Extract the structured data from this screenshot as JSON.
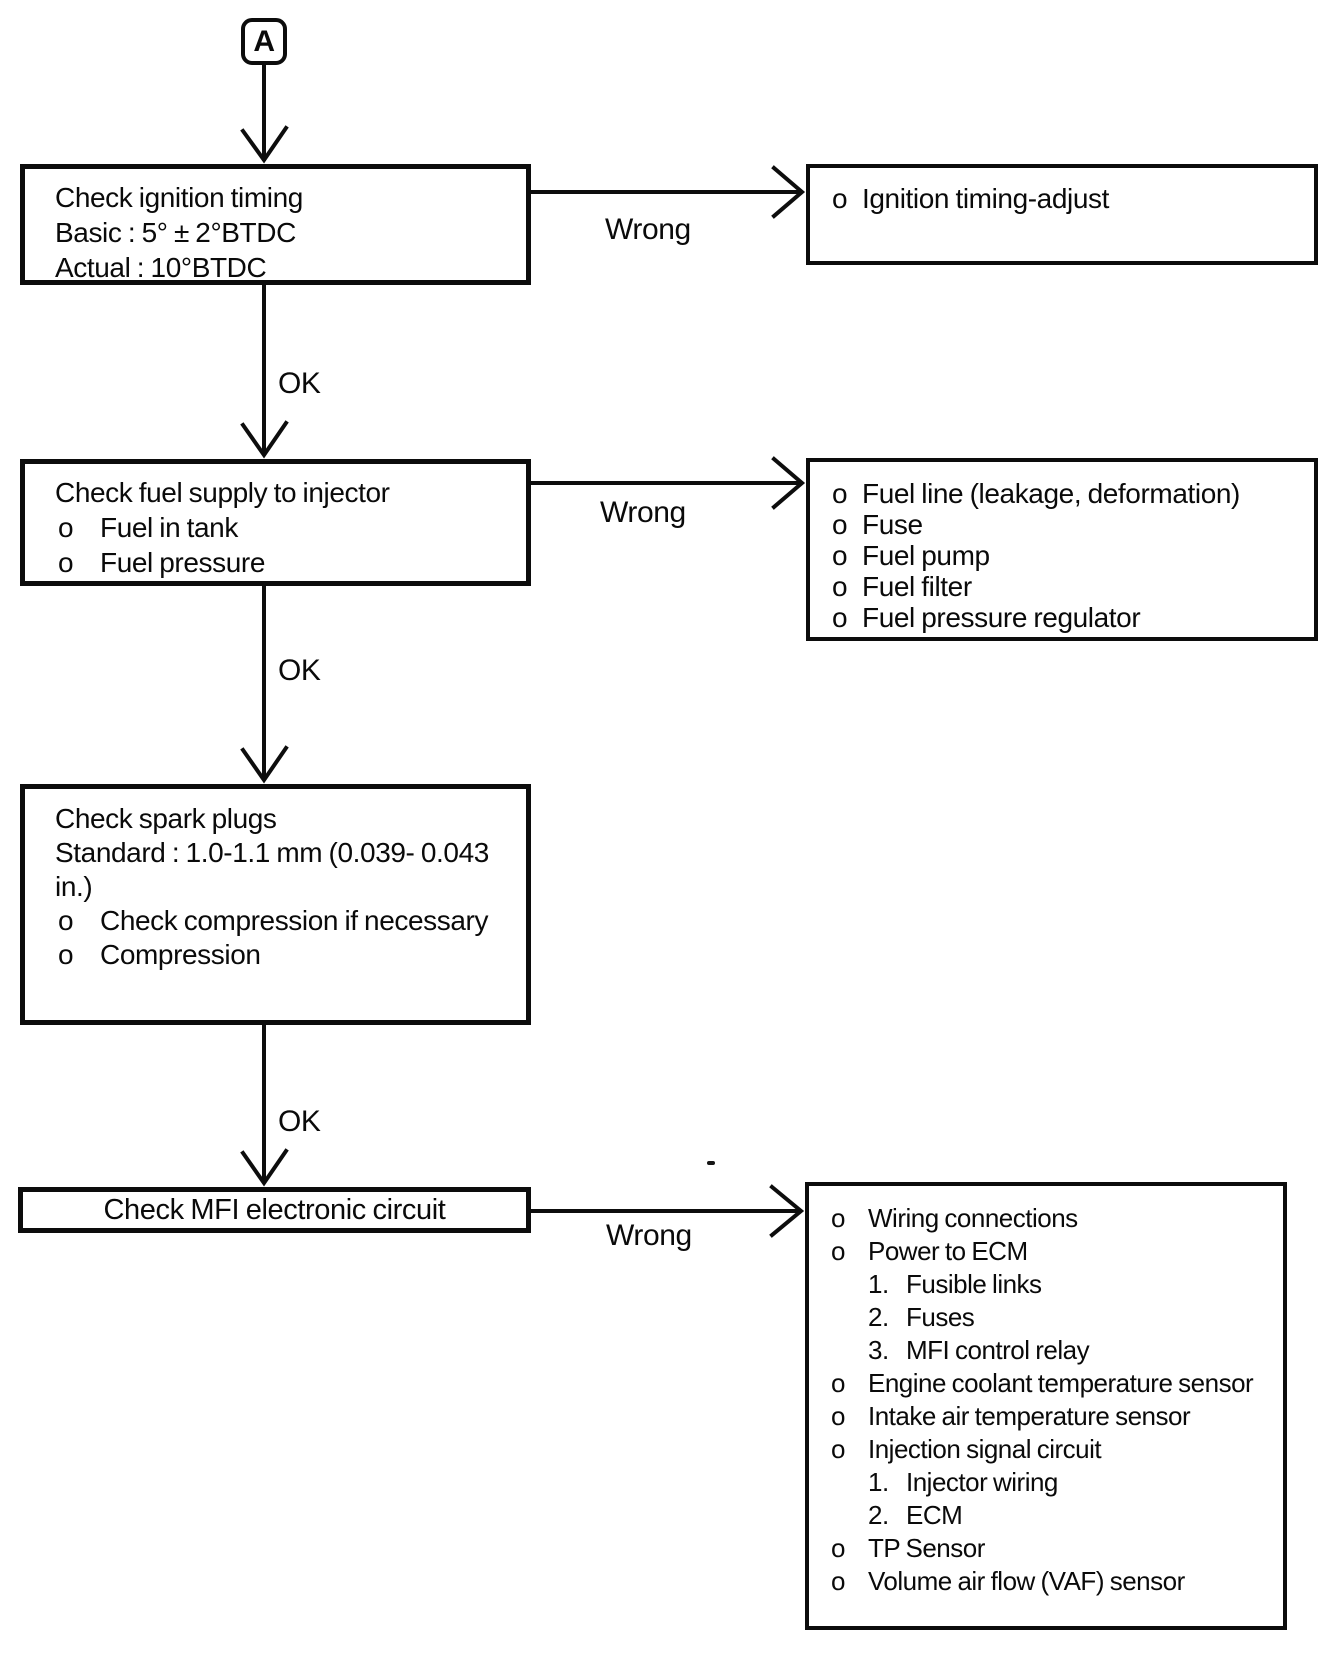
{
  "connector": {
    "label": "A"
  },
  "labels": {
    "ok": "OK",
    "wrong": "Wrong"
  },
  "boxes": {
    "ignition": {
      "lines": [
        "Check ignition timing",
        "Basic : 5° ± 2°BTDC",
        "Actual : 10°BTDC"
      ]
    },
    "ignition_causes": {
      "items": [
        {
          "marker": "o",
          "text": "Ignition timing-adjust"
        }
      ]
    },
    "fuel": {
      "title": "Check fuel supply to injector",
      "items": [
        {
          "marker": "o",
          "text": "Fuel in tank"
        },
        {
          "marker": "o",
          "text": "Fuel pressure"
        }
      ]
    },
    "fuel_causes": {
      "items": [
        {
          "marker": "o",
          "text": "Fuel line (leakage, deformation)"
        },
        {
          "marker": "o",
          "text": "Fuse"
        },
        {
          "marker": "o",
          "text": "Fuel pump"
        },
        {
          "marker": "o",
          "text": "Fuel filter"
        },
        {
          "marker": "o",
          "text": "Fuel pressure regulator"
        }
      ]
    },
    "spark": {
      "lines": [
        "Check spark plugs",
        "Standard : 1.0-1.1 mm (0.039- 0.043",
        "in.)"
      ],
      "items": [
        {
          "marker": "o",
          "text": "Check compression if necessary"
        },
        {
          "marker": "o",
          "text": "Compression"
        }
      ]
    },
    "mfi": {
      "title": "Check MFI electronic circuit"
    },
    "mfi_causes": {
      "items": [
        {
          "marker": "o",
          "level": 1,
          "text": "Wiring connections"
        },
        {
          "marker": "o",
          "level": 1,
          "text": "Power to ECM"
        },
        {
          "marker": "1.",
          "level": 2,
          "text": "Fusible links"
        },
        {
          "marker": "2.",
          "level": 2,
          "text": "Fuses"
        },
        {
          "marker": "3.",
          "level": 2,
          "text": "MFI control relay"
        },
        {
          "marker": "o",
          "level": 1,
          "text": "Engine coolant temperature sensor"
        },
        {
          "marker": "o",
          "level": 1,
          "text": "Intake air temperature sensor"
        },
        {
          "marker": "o",
          "level": 1,
          "text": "Injection signal circuit"
        },
        {
          "marker": "1.",
          "level": 2,
          "text": "Injector wiring"
        },
        {
          "marker": "2.",
          "level": 2,
          "text": "ECM"
        },
        {
          "marker": "o",
          "level": 1,
          "text": "TP Sensor"
        },
        {
          "marker": "o",
          "level": 1,
          "text": "Volume air flow (VAF) sensor"
        }
      ]
    }
  }
}
